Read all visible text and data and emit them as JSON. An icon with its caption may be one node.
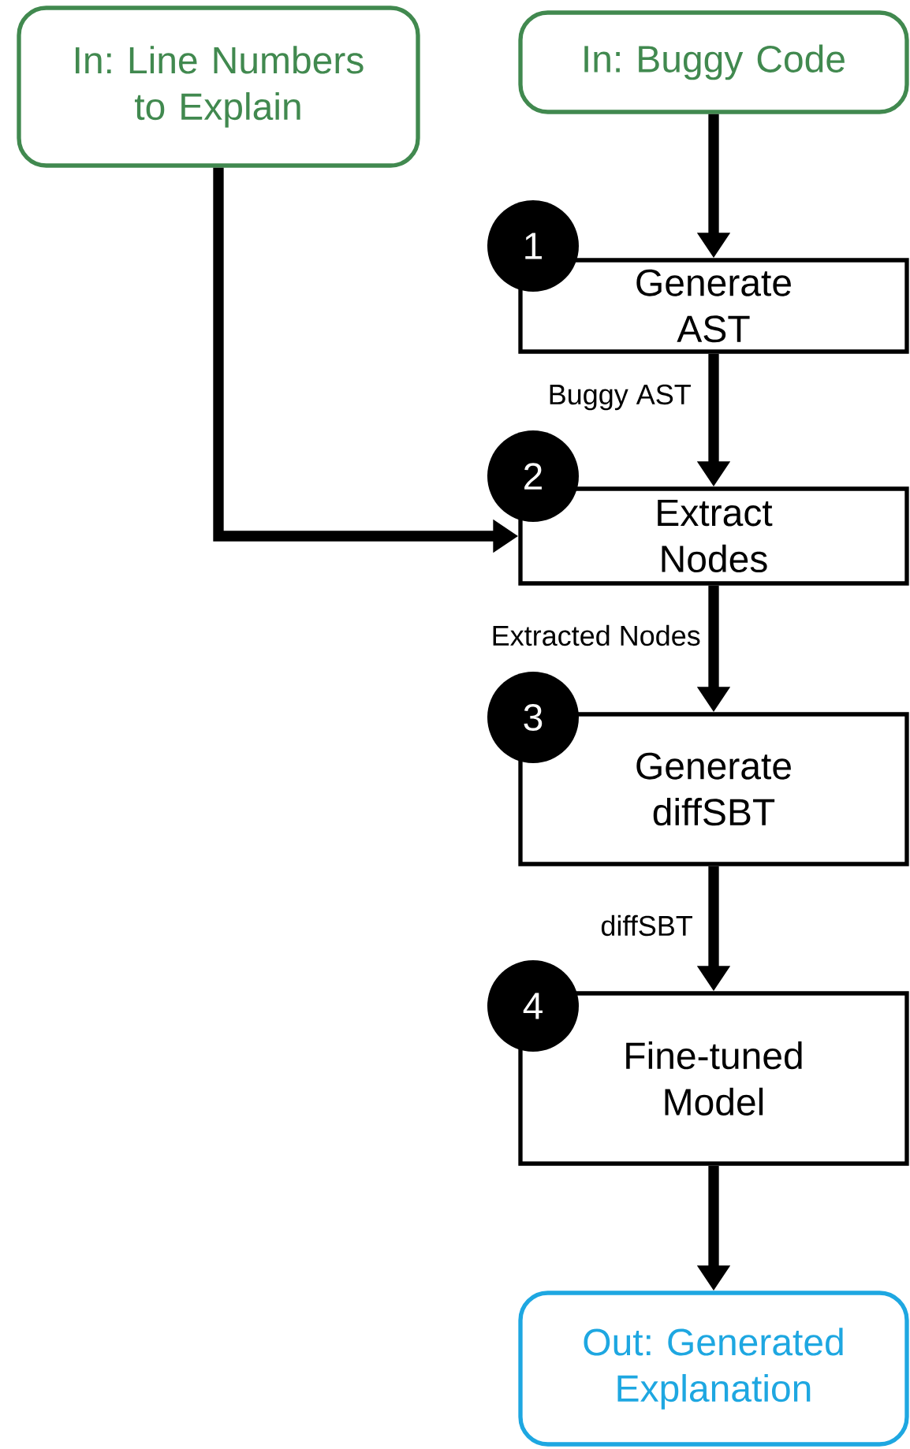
{
  "diagram": {
    "nodes": [
      {
        "text": [
          "In: Line Numbers to Explain"
        ]
      },
      {
        "text": [
          "In: Buggy Code"
        ]
      },
      {
        "text": [
          "Generate AST"
        ]
      },
      {
        "text": [
          "1"
        ]
      },
      {
        "text": [
          "Extract Nodes"
        ]
      },
      {
        "text": [
          "2"
        ]
      },
      {
        "text": [
          "Generate diffSBT"
        ]
      },
      {
        "text": [
          "3"
        ]
      },
      {
        "text": [
          "Fine-tuned Model"
        ]
      },
      {
        "text": [
          "4"
        ]
      },
      {
        "text": [
          "Out: Generated Explanation"
        ]
      }
    ],
    "edges": [
      {
        "from": 1,
        "to": 2,
        "arrow": "to"
      },
      {
        "from": 2,
        "to": 4,
        "arrow": "to",
        "label": "Buggy AST"
      },
      {
        "from": 0,
        "to": 4,
        "arrow": "to"
      },
      {
        "from": 4,
        "to": 6,
        "arrow": "to",
        "label": "Extracted Nodes"
      },
      {
        "from": 6,
        "to": 8,
        "arrow": "to",
        "label": "diffSBT"
      },
      {
        "from": 8,
        "to": 10,
        "arrow": "to"
      }
    ]
  }
}
